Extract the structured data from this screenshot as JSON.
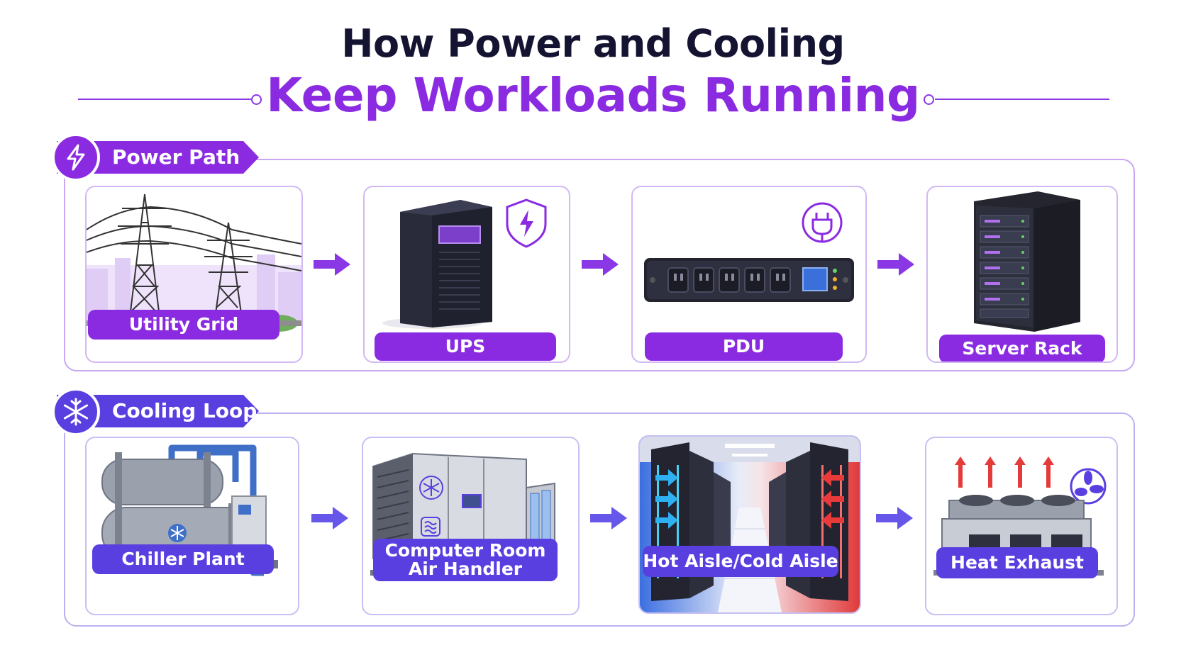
{
  "title": {
    "line1": "How Power and Cooling",
    "line2": "Keep Workloads Running"
  },
  "power": {
    "heading": "Power Path",
    "icon": "lightning-bolt-icon",
    "color": "#8a2be2",
    "steps": [
      {
        "label": "Utility Grid",
        "icon": "transmission-tower-icon"
      },
      {
        "label": "UPS",
        "icon": "ups-cabinet-icon"
      },
      {
        "label": "PDU",
        "icon": "power-strip-icon"
      },
      {
        "label": "Server Rack",
        "icon": "server-rack-icon"
      }
    ]
  },
  "cooling": {
    "heading": "Cooling Loop",
    "icon": "snowflake-icon",
    "color": "#5a3fe0",
    "steps": [
      {
        "label": "Chiller Plant",
        "icon": "chiller-icon"
      },
      {
        "label": "Computer Room Air Handler",
        "line1": "Computer Room",
        "line2": "Air Handler",
        "icon": "air-handler-icon"
      },
      {
        "label": "Hot Aisle/Cold Aisle",
        "icon": "server-aisle-icon"
      },
      {
        "label": "Heat Exhaust",
        "icon": "rooftop-exhaust-icon"
      }
    ]
  }
}
